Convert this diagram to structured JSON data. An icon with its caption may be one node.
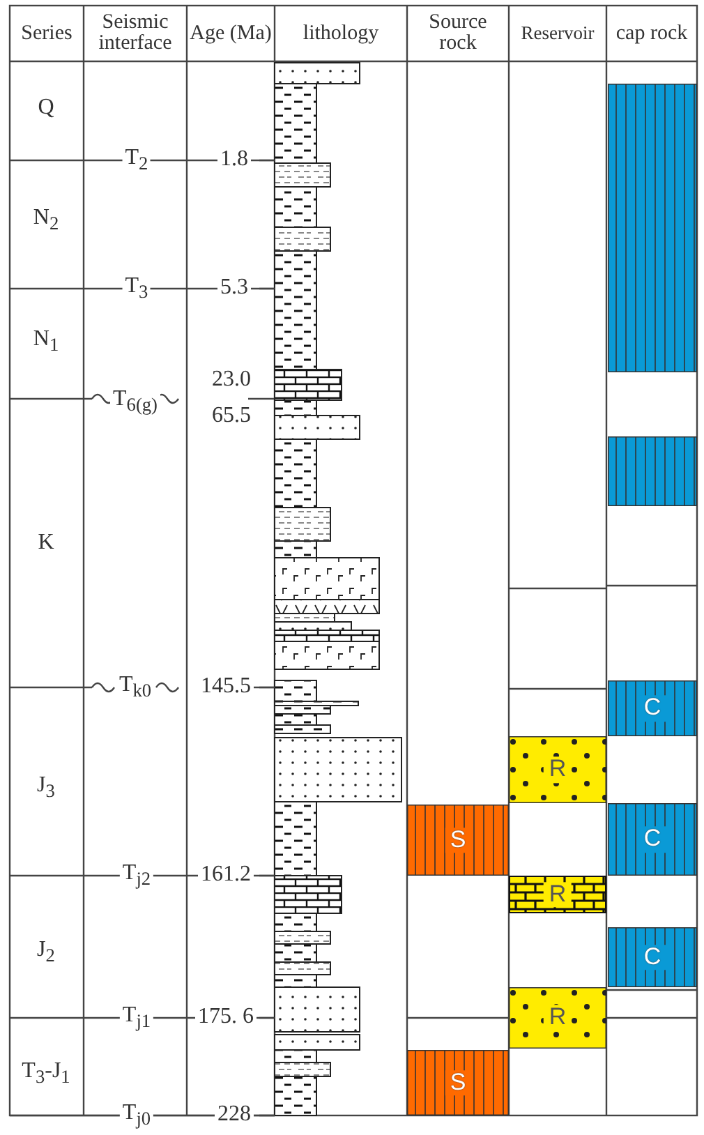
{
  "diagram": {
    "nodes": [
      {
        "text": [],
        "shape": "box"
      },
      {
        "text": [],
        "shape": "box"
      },
      {
        "text": [
          "C"
        ]
      },
      {
        "text": [
          "R"
        ]
      },
      {
        "text": [
          "S"
        ]
      },
      {
        "text": [
          "C"
        ]
      },
      {
        "text": [
          "R"
        ]
      },
      {
        "text": [
          "C"
        ]
      },
      {
        "text": [
          "R"
        ]
      },
      {
        "text": [
          "S"
        ]
      }
    ],
    "edges": [],
    "labels": [
      "Series",
      "Seismic interface",
      "Age (Ma)",
      "lithology",
      "Source rock",
      "Reservoir",
      "cap rock",
      "Q",
      "T$_{2}$",
      "1.8",
      "N$_{2}$",
      "T$_{3}$",
      "5.3",
      "N$_{1}$",
      "23.0",
      "T$_{6(g)}$",
      "65.5",
      "K",
      "T$_{k0}$",
      "145.5",
      "J$_{3}$",
      "T$_{j2}$",
      "161.2",
      "J$_{2}$",
      "T$_{j1}$",
      "175. 6",
      "T$_{3}$-J$_{1}$",
      "T$_{j0}$",
      "228"
    ]
  }
}
